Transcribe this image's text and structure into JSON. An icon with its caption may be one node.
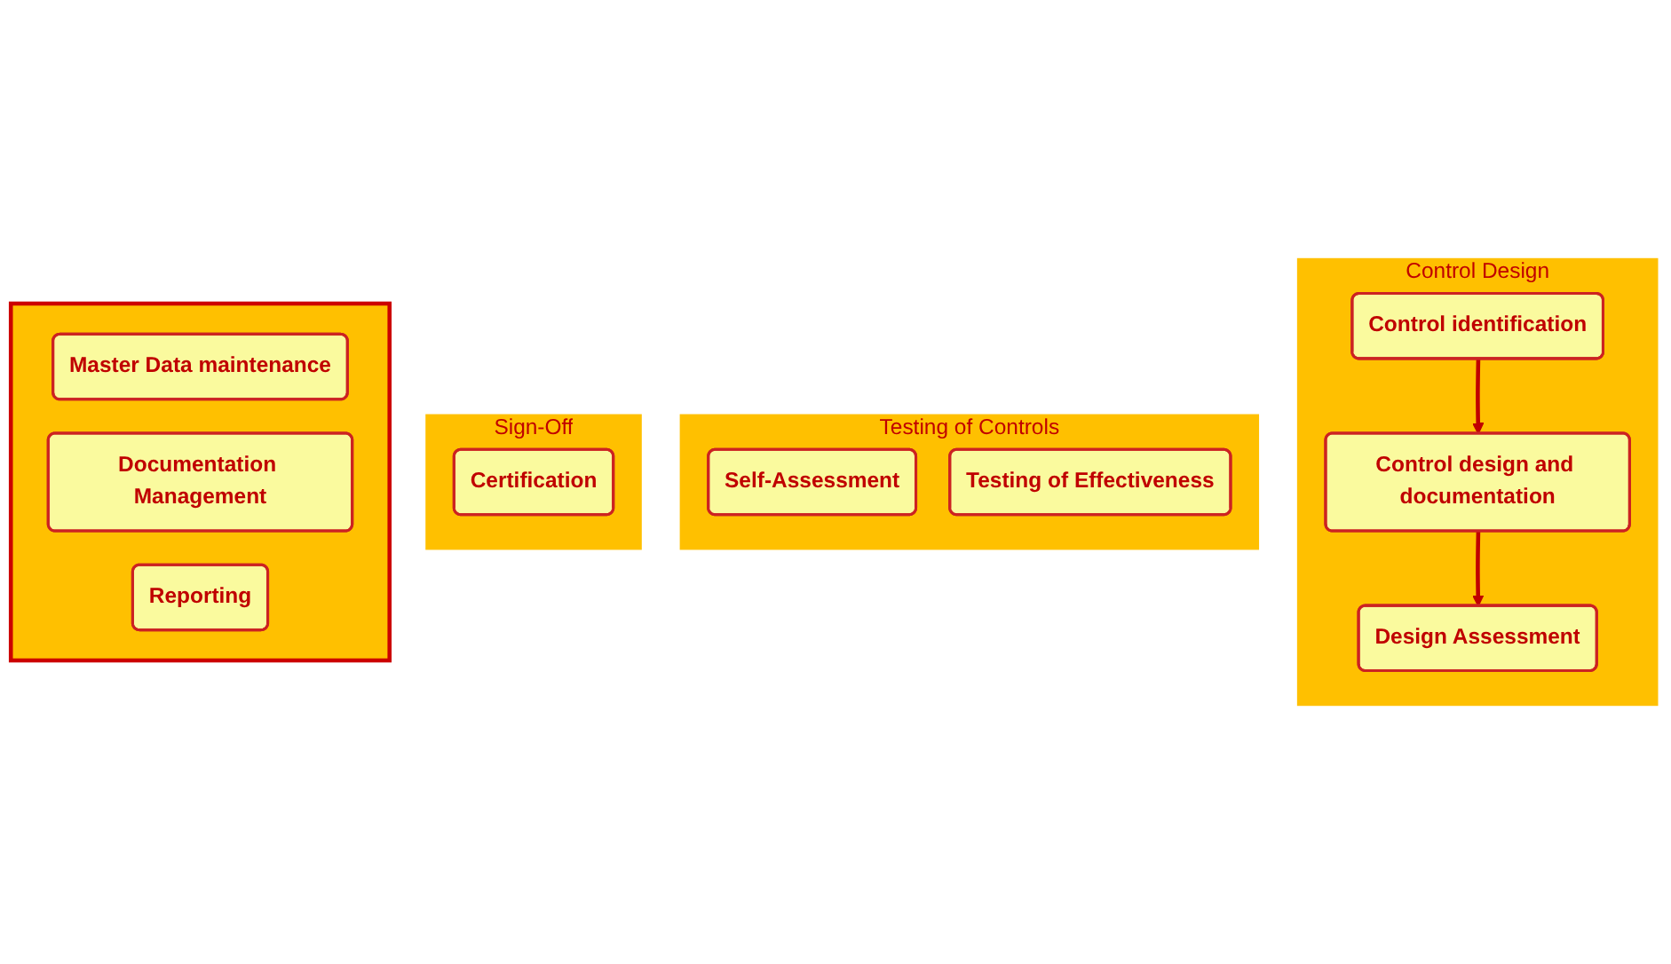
{
  "diagram": {
    "nodes": [
      {
        "text": [
          "Control Design"
        ]
      },
      {
        "text": [
          "Control identification"
        ],
        "in": 0
      },
      {
        "text": [
          "Control design and documentation"
        ],
        "in": 0
      },
      {
        "text": [
          "Design Assessment"
        ],
        "in": 0
      },
      {
        "text": [
          "Testing of Controls"
        ]
      },
      {
        "text": [
          "Self-Assessment"
        ],
        "in": 4
      },
      {
        "text": [
          "Testing of Effectiveness"
        ],
        "in": 4
      },
      {
        "text": [
          "Sign-Off"
        ]
      },
      {
        "text": [
          "Certification"
        ],
        "in": 7
      },
      {
        "text": [],
        "shape": "box"
      },
      {
        "text": [
          "Master Data maintenance"
        ],
        "in": 9
      },
      {
        "text": [
          "Documentation Management"
        ],
        "in": 9
      },
      {
        "text": [
          "Reporting"
        ],
        "in": 9
      }
    ],
    "edges": [
      {
        "from": 1,
        "to": 2,
        "arrow": "to"
      },
      {
        "from": 2,
        "to": 3,
        "arrow": "to"
      }
    ]
  }
}
